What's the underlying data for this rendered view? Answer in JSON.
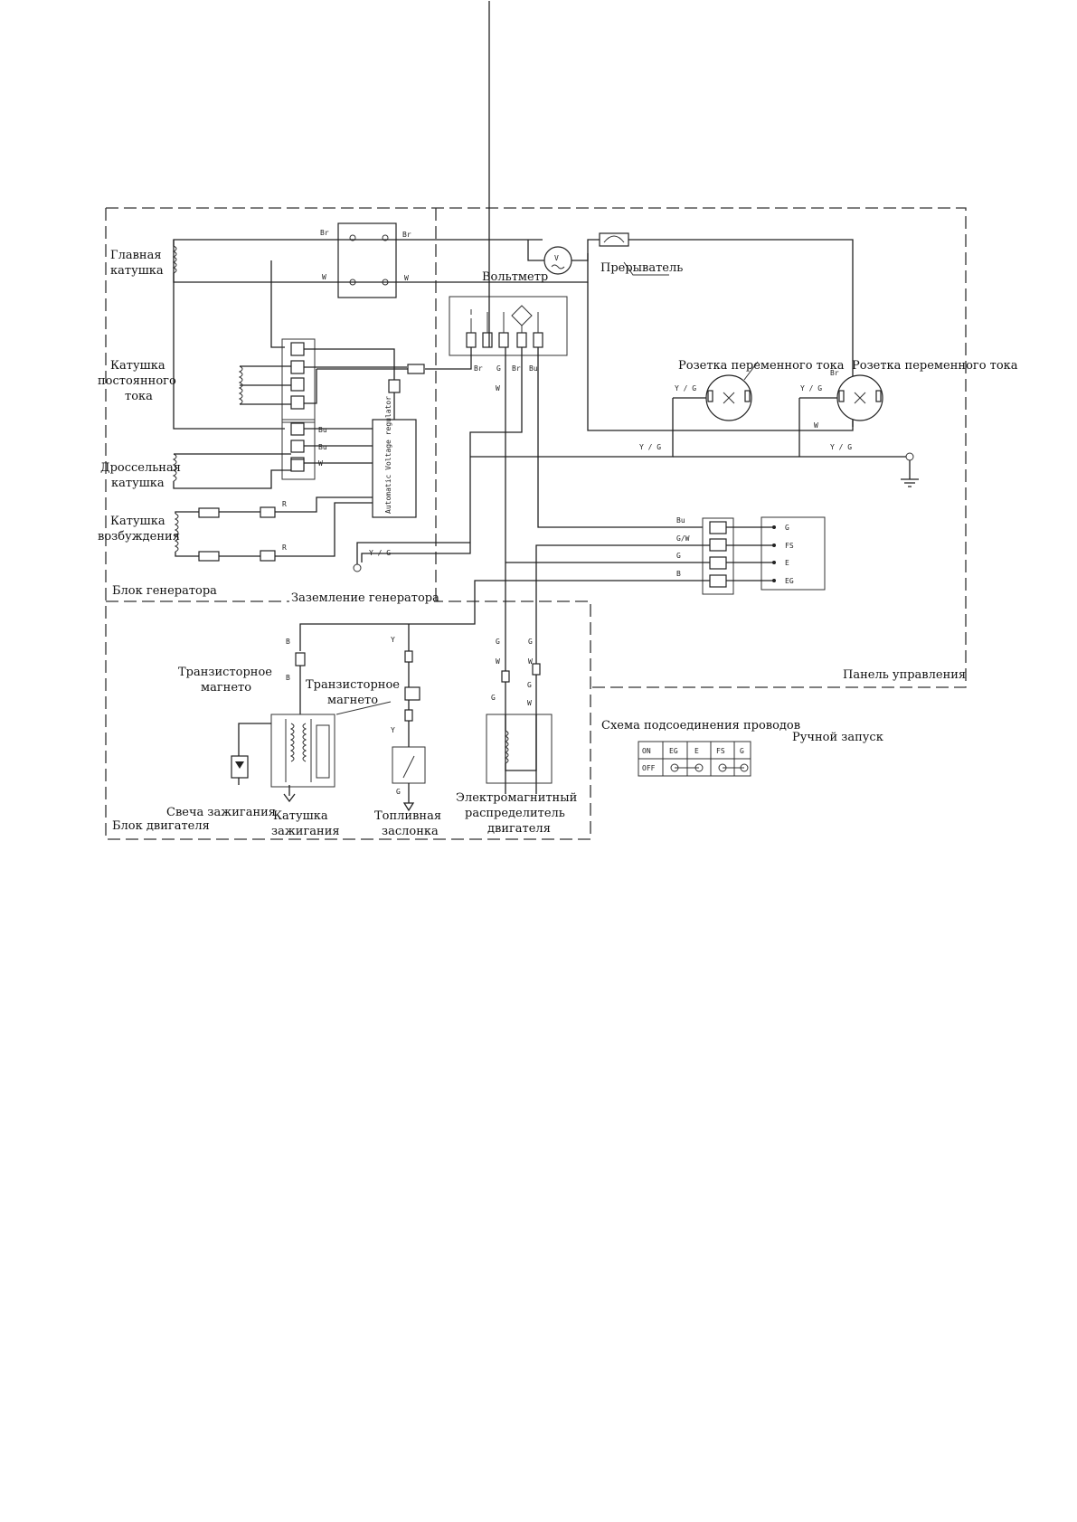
{
  "labels": {
    "main_coil": [
      "Главная",
      "катушка"
    ],
    "dc_coil": [
      "Катушка",
      "постоянного",
      "тока"
    ],
    "choke_coil": [
      "Дроссельная",
      "катушка"
    ],
    "excitation_coil": [
      "Катушка",
      "возбуждения"
    ],
    "generator_block": "Блок генератора",
    "generator_ground": "Заземление генератора",
    "voltmeter": "Вольтметр",
    "breaker": "Прерыватель",
    "ac_socket_1": "Розетка переменного тока",
    "ac_socket_2": "Розетка переменного тока",
    "control_panel": "Панель управления",
    "transistor_magneto_1": [
      "Транзисторное",
      "магнето"
    ],
    "transistor_magneto_2": [
      "Транзисторное",
      "магнето"
    ],
    "spark_plug": "Свеча зажигания",
    "ignition_coil": [
      "Катушка",
      "зажигания"
    ],
    "fuel_valve": [
      "Топливная",
      "заслонка"
    ],
    "engine_solenoid": [
      "Электромагнитный",
      "распределитель",
      "двигателя"
    ],
    "engine_block": "Блок двигателя",
    "wiring_scheme": "Схема подсоединения проводов",
    "manual_start": "Ручной запуск",
    "regulator": "Automatic Voltage regulator"
  },
  "wire_codes": {
    "br": "Br",
    "w": "W",
    "bu": "Bu",
    "g": "G",
    "b": "B",
    "yg": "Y / G",
    "gw": "G/W",
    "y": "Y",
    "r": "R"
  },
  "switch_terms": [
    "G",
    "FS",
    "E",
    "EG"
  ],
  "switch_table": {
    "headers": [
      "",
      "EG",
      "E",
      "FS",
      "G"
    ],
    "rows": [
      "ON",
      "OFF"
    ]
  }
}
